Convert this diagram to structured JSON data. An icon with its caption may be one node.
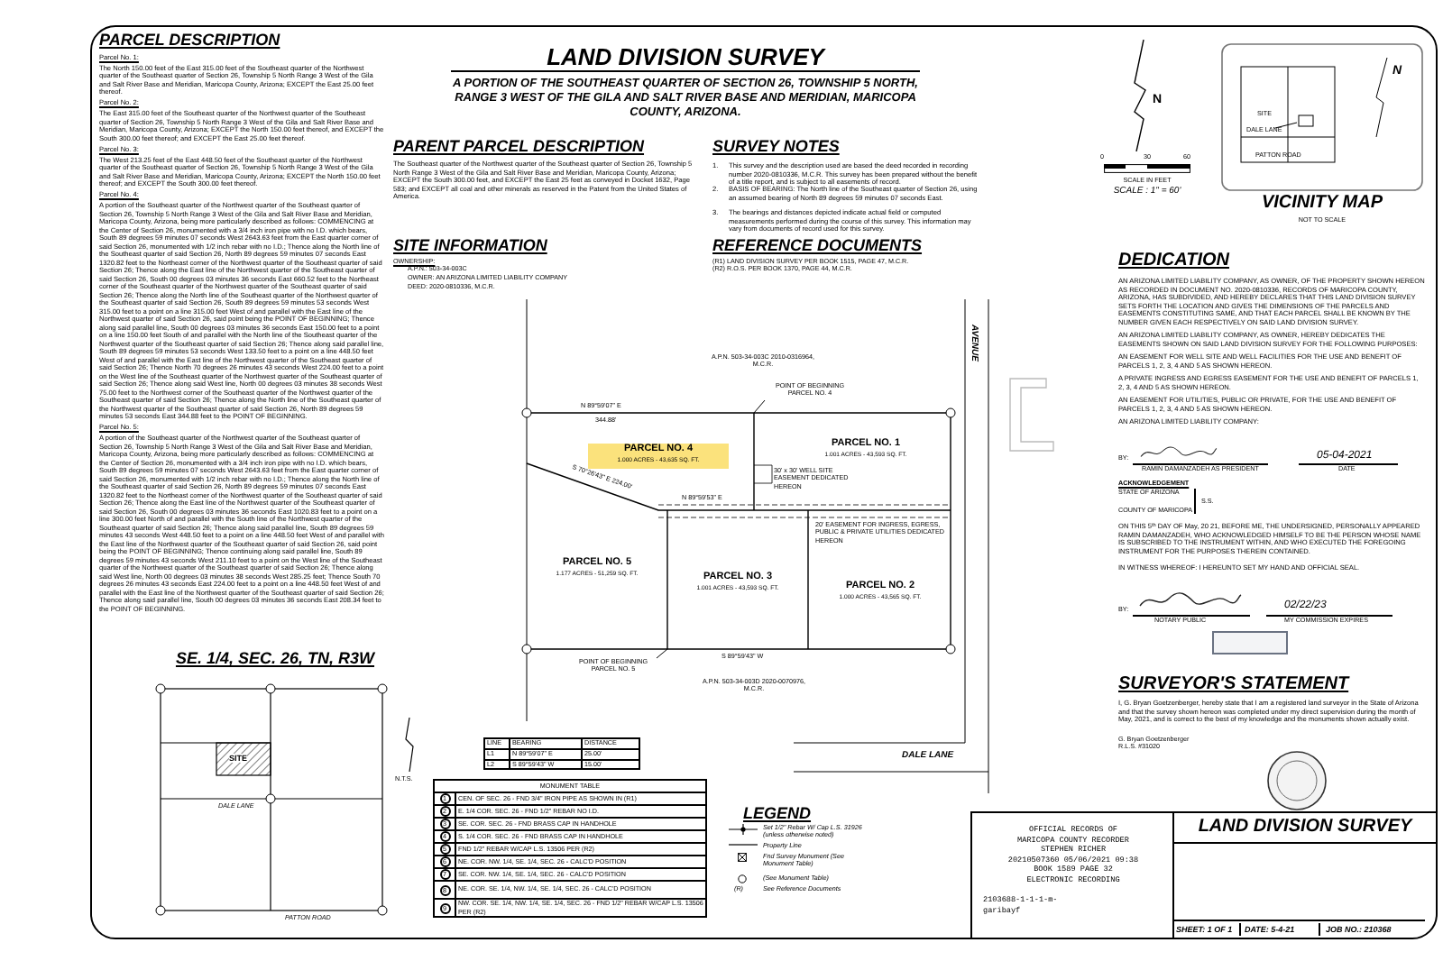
{
  "diagram": {
    "title": "LAND DIVISION SURVEY",
    "nodes": [
      {
        "text": [
          "PARCEL NO. 4",
          "1.000 ACRES - 43,635 SQ. FT."
        ]
      },
      {
        "text": [
          "PARCEL NO. 1",
          "1.001 ACRES - 43,593 SQ. FT."
        ]
      },
      {
        "text": [
          "PARCEL NO. 5",
          "1.177 ACRES - 51,259 SQ. FT."
        ]
      },
      {
        "text": [
          "PARCEL NO. 3",
          "1.001 ACRES - 43,593 SQ. FT."
        ]
      },
      {
        "text": [
          "PARCEL NO. 2",
          "1.000 ACRES - 43,565 SQ. FT."
        ]
      },
      {
        "text": [
          "POINT OF BEGINNING PARCEL NO. 4"
        ]
      },
      {
        "text": [
          "POINT OF BEGINNING PARCEL NO. 5"
        ]
      }
    ],
    "edges": [
      {
        "from": 5,
        "to": null,
        "arrow": "none"
      },
      {
        "from": 6,
        "to": null,
        "arrow": "none"
      }
    ],
    "labels": [
      "PARCEL DESCRIPTION",
      "Parcel No. 1:",
      "The North 150.00 feet of the East 315.00 feet of the Southeast quarter of the Northwest quarter of the Southeast quarter of Section 26, Township 5 North Range 3 West of the Gila and Salt River Base and Meridian, Maricopa County, Arizona; EXCEPT the East 25.00 feet thereof.",
      "Parcel No. 2:",
      "The East 315.00 feet of the Southeast quarter of the Northwest quarter of the Southeast quarter of Section 26, Township 5 North Range 3 West of the Gila and Salt River Base and Meridian, Maricopa County, Arizona; EXCEPT the North 150.00 feet thereof, and EXCEPT the South 300.00 feet thereof; and EXCEPT the East 25.00 feet thereof.",
      "Parcel No. 3:",
      "The West 213.25 feet of the East 448.50 feet of the Southeast quarter of the Northwest quarter of the Southeast quarter of Section 26, Township 5 North Range 3 West of the Gila and Salt River Base and Meridian, Maricopa County, Arizona; EXCEPT the North 150.00 feet thereof; and EXCEPT the South 300.00 feet thereof.",
      "Parcel No. 4:",
      "A portion of the Southeast quarter of the Northwest quarter of the Southeast quarter of Section 26, Township 5 North Range 3 West of the Gila and Salt River Base and Meridian, Maricopa County, Arizona, being more particularly described as follows: COMMENCING at the Center of Section 26, monumented with a 3/4 inch iron pipe with no I.D. which bears, South 89 degrees 59 minutes 07 seconds West 2643.63 feet from the East quarter corner of said Section 26, monumented with 1/2 inch rebar with no I.D.; Thence along the North line of the Southeast quarter of said Section 26, North 89 degrees 59 minutes 07 seconds East 1320.82 feet to the Northeast corner of the Northwest quarter of the Southeast quarter of said Section 26; Thence along the East line of the Northwest quarter of the Southeast quarter of said Section 26, South 00 degrees 03 minutes 36 seconds East 660.52 feet to the Northeast corner of the Southeast quarter of the Northwest quarter of the Southeast quarter of said Section 26; Thence along the North line of the Southeast quarter of the Northwest quarter of the Southeast quarter of said Section 26, South 89 degrees 59 minutes 53 seconds West 315.00 feet to a point on a line 315.00 feet West of and parallel with the East line of the Northwest quarter of said Section 26, said point being the POINT OF BEGINNING; Thence along said parallel line, South 00 degrees 03 minutes 36 seconds East 150.00 feet to a point on a line 150.00 feet South of and parallel with the North line of the Southeast quarter of the Northwest quarter of the Southeast quarter of said Section 26; Thence along said parallel line, South 89 degrees 59 minutes 53 seconds West 133.50 feet to a point on a line 448.50 feet West of and parallel with the East line of the Northwest quarter of the Southeast quarter of said Section 26; Thence North 70 degrees 26 minutes 43 seconds West 224.00 feet to a point on the West line of the Southeast quarter of the Northwest quarter of the Southeast quarter of said Section 26; Thence along said West line, North 00 degrees 03 minutes 38 seconds West 75.00 feet to the Northwest corner of the Southeast quarter of the Northwest quarter of the Southeast quarter of said Section 26; Thence along the North line of the Southeast quarter of the Northwest quarter of the Southeast quarter of said Section 26, North 89 degrees 59 minutes 53 seconds East 344.88 feet to the POINT OF BEGINNING.",
      "Parcel No. 5:",
      "A portion of the Southeast quarter of the Northwest quarter of the Southeast quarter of Section 26, Township 5 North Range 3 West of the Gila and Salt River Base and Meridian, Maricopa County, Arizona, being more particularly described as follows: COMMENCING at the Center of Section 26, monumented with a 3/4 inch iron pipe with no I.D. which bears, South 89 degrees 59 minutes 07 seconds West 2643.63 feet from the East quarter corner of said Section 26, monumented with 1/2 inch rebar with no I.D.; Thence along the North line of the Southeast quarter of said Section 26, North 89 degrees 59 minutes 07 seconds East 1320.82 feet to the Northeast corner of the Northwest quarter of the Southeast quarter of said Section 26; Thence along the East line of the Northwest quarter of the Southeast quarter of said Section 26, South 00 degrees 03 minutes 36 seconds East 1020.83 feet to a point on a line 300.00 feet North of and parallel with the South line of the Northwest quarter of the Southeast quarter of said Section 26; Thence along said parallel line, South 89 degrees 59 minutes 43 seconds West 448.50 feet to a point on a line 448.50 feet West of and parallel with the East line of the Northwest quarter of the Southeast quarter of said Section 26, said point being the POINT OF BEGINNING; Thence continuing along said parallel line, South 89 degrees 59 minutes 43 seconds West 211.10 feet to a point on the West line of the Southeast quarter of the Northwest quarter of the Southeast quarter of said Section 26; Thence along said West line, North 00 degrees 03 minutes 38 seconds West 285.25 feet; Thence South 70 degrees 26 minutes 43 seconds East 224.00 feet to a point on a line 448.50 feet West of and parallel with the East line of the Northwest quarter of the Southeast quarter of said Section 26; Thence along said parallel line, South 00 degrees 03 minutes 36 seconds East 208.34 feet to the POINT OF BEGINNING.",
      "SE. 1/4, SEC. 26, TN, R3W",
      "SITE",
      "DALE LANE",
      "PATTON ROAD",
      "N.T.S.",
      "LAND DIVISION SURVEY",
      "A PORTION OF THE SOUTHEAST QUARTER OF SECTION 26, TOWNSHIP 5 NORTH, RANGE 3 WEST OF THE GILA AND SALT RIVER BASE AND MERIDIAN, MARICOPA COUNTY, ARIZONA.",
      "PARENT PARCEL DESCRIPTION",
      "The Southeast quarter of the Northwest quarter of the Southeast quarter of Section 26, Township 5 North Range 3 West of the Gila and Salt River Base and Meridian, Maricopa County, Arizona; EXCEPT the South 300.00 feet, and EXCEPT the East 25 feet as conveyed in Docket 1632, Page 583; and EXCEPT all coal and other minerals as reserved in the Patent from the United States of America.",
      "SURVEY NOTES",
      "1.",
      "This survey and the description used are based the deed recorded in recording number 2020-0810336, M.C.R. This survey has been prepared without the benefit of a title report, and is subject to all easements of record.",
      "2.",
      "BASIS OF BEARING: The North line of the Southeast quarter of Section 26, using an assumed bearing of North 89 degrees 59 minutes 07 seconds East.",
      "3.",
      "The bearings and distances depicted indicate actual field or computed measurements performed during the course of this survey. This information may vary from documents of record used for this survey.",
      "SITE INFORMATION",
      "OWNERSHIP:",
      "A.P.N.: 503-34-003C",
      "OWNER: AN ARIZONA LIMITED LIABILITY COMPANY",
      "DEED: 2020-0810336, M.C.R.",
      "REFERENCE DOCUMENTS",
      "(R1) LAND DIVISION SURVEY PER BOOK 1515, PAGE 47, M.C.R.",
      "(R2) R.O.S. PER BOOK 1370, PAGE 44, M.C.R.",
      "A.P.N. 503-34-003C 2010-0316964, M.C.R.",
      "N 89°59'07\" E",
      "344.88'",
      "S 70°26'43\" E 224.00'",
      "30' x 30' WELL SITE EASEMENT DEDICATED HEREON",
      "N 89°59'53\" E",
      "20' EASEMENT FOR INGRESS, EGRESS, PUBLIC & PRIVATE UTILITIES DEDICATED HEREON",
      "S 89°59'43\" W",
      "A.P.N. 503-34-003D 2020-0070976, M.C.R.",
      "AVENUE",
      "DALE LANE",
      "LINE",
      "BEARING",
      "DISTANCE",
      "L1",
      "N 89°59'07\" E",
      "25.00'",
      "L2",
      "S 89°59'43\" W",
      "15.00'",
      "MONUMENT TABLE",
      "1",
      "CEN. OF SEC. 26 - FND 3/4\" IRON PIPE AS SHOWN IN (R1)",
      "2",
      "E. 1/4 COR. SEC. 26 - FND 1/2\" REBAR NO I.D.",
      "3",
      "SE. COR. SEC. 26 - FND BRASS CAP IN HANDHOLE",
      "4",
      "S. 1/4 COR. SEC. 26 - FND BRASS CAP IN HANDHOLE",
      "5",
      "FND 1/2\" REBAR W/CAP L.S. 13506 PER (R2)",
      "6",
      "NE. COR. NW. 1/4, SE. 1/4, SEC. 26 - CALC'D POSITION",
      "7",
      "SE. COR. NW. 1/4, SE. 1/4, SEC. 26 - CALC'D POSITION",
      "8",
      "NE. COR. SE. 1/4, NW. 1/4, SE. 1/4, SEC. 26 - CALC'D POSITION",
      "9",
      "NW. COR. SE. 1/4, NW. 1/4, SE. 1/4, SEC. 26 - FND 1/2\" REBAR W/CAP L.S. 13506 PER (R2)",
      "LEGEND",
      "N",
      "0",
      "30",
      "60",
      "SCALE IN FEET",
      "SCALE : 1\" = 60'",
      "PATTON ROAD",
      "SITE",
      "DALE LANE",
      "N",
      "VICINITY MAP",
      "NOT TO SCALE",
      "DEDICATION",
      "AN ARIZONA LIMITED LIABILITY COMPANY, AS OWNER, OF THE PROPERTY SHOWN HEREON AS RECORDED IN DOCUMENT NO. 2020-0810336, RECORDS OF MARICOPA COUNTY, ARIZONA, HAS SUBDIVIDED, AND HEREBY DECLARES THAT THIS LAND DIVISION SURVEY SETS FORTH THE LOCATION AND GIVES THE DIMENSIONS OF THE PARCELS AND EASEMENTS CONSTITUTING SAME, AND THAT EACH PARCEL SHALL BE KNOWN BY THE NUMBER GIVEN EACH RESPECTIVELY ON SAID LAND DIVISION SURVEY.",
      "AN ARIZONA LIMITED LIABILITY COMPANY, AS OWNER, HEREBY DEDICATES THE EASEMENTS SHOWN ON SAID LAND DIVISION SURVEY FOR THE FOLLOWING PURPOSES:",
      "AN EASEMENT FOR WELL SITE AND WELL FACILITIES FOR THE USE AND BENEFIT OF PARCELS 1, 2, 3, 4 AND 5 AS SHOWN HEREON.",
      "A PRIVATE INGRESS AND EGRESS EASEMENT FOR THE USE AND BENEFIT OF PARCELS 1, 2, 3, 4 AND 5 AS SHOWN HEREON.",
      "AN EASEMENT FOR UTILITIES, PUBLIC OR PRIVATE, FOR THE USE AND BENEFIT OF PARCELS 1, 2, 3, 4 AND 5 AS SHOWN HEREON.",
      "AN ARIZONA LIMITED LIABILITY COMPANY:",
      "BY:",
      "RAMIN DAMANZADEH AS PRESIDENT",
      "05-04-2021",
      "DATE",
      "ACKNOWLEDGEMENT",
      "STATE OF ARIZONA",
      "S.S.",
      "COUNTY OF MARICOPA",
      "ON THIS 5$^{th}$ DAY OF May, 20 21, BEFORE ME, THE UNDERSIGNED, PERSONALLY APPEARED RAMIN DAMANZADEH, WHO ACKNOWLEDGED HIMSELF TO BE THE PERSON WHOSE NAME IS SUBSCRIBED TO THE INSTRUMENT WITHIN, AND WHO EXECUTED THE FOREGOING INSTRUMENT FOR THE PURPOSES THEREIN CONTAINED.",
      "IN WITNESS WHEREOF: I HEREUNTO SET MY HAND AND OFFICIAL SEAL.",
      "BY:",
      "NOTARY PUBLIC",
      "02/22/23",
      "MY COMMISSION EXPIRES",
      "SURVEYOR'S STATEMENT",
      "I, G. Bryan Goetzenberger, hereby state that I am a registered land surveyor in the State of Arizona and that the survey shown hereon was completed under my direct supervision during the month of May, 2021, and is correct to the best of my knowledge and the monuments shown actually exist.",
      "G. Bryan Goetzenberger",
      "R.L.S. #31020",
      "OFFICIAL RECORDS OF",
      "MARICOPA COUNTY RECORDER",
      "STEPHEN RICHER",
      "20210507360 05/06/2021 09:38",
      "BOOK 1589 PAGE 32",
      "ELECTRONIC RECORDING",
      "2103688-1-1-1-m-",
      "garibayf",
      "SHEET: 1 OF 1",
      "DATE: 5-4-21",
      "JOB NO.: 210368",
      "(R)"
    ],
    "legend": [
      {
        "text": "Set 1/2\" Rebar W/ Cap L.S. 31926 (unless otherwise noted)"
      },
      {
        "text": "Property Line"
      },
      {
        "text": "Fnd Survey Monument (See Monument Table)"
      },
      {
        "text": "(See Monument Table)"
      },
      {
        "text": "See Reference Documents"
      }
    ]
  }
}
